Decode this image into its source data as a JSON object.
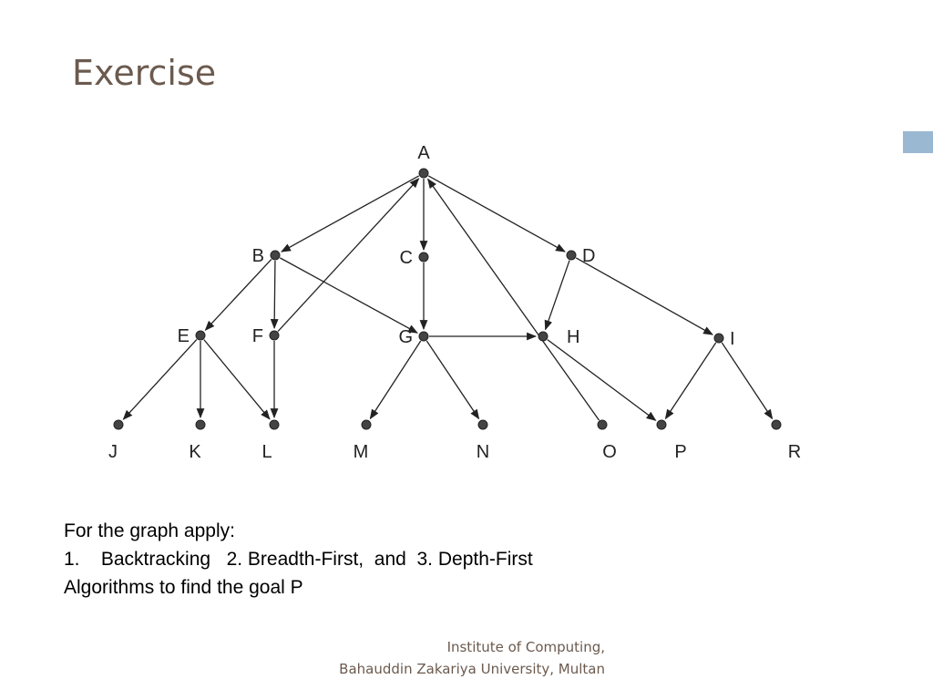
{
  "slide": {
    "title": "Exercise",
    "accent_color": "#9bb8d3"
  },
  "graph": {
    "nodes": [
      {
        "id": "A",
        "label": "A"
      },
      {
        "id": "B",
        "label": "B"
      },
      {
        "id": "C",
        "label": "C"
      },
      {
        "id": "D",
        "label": "D"
      },
      {
        "id": "E",
        "label": "E"
      },
      {
        "id": "F",
        "label": "F"
      },
      {
        "id": "G",
        "label": "G"
      },
      {
        "id": "H",
        "label": "H"
      },
      {
        "id": "I",
        "label": "I"
      },
      {
        "id": "J",
        "label": "J"
      },
      {
        "id": "K",
        "label": "K"
      },
      {
        "id": "L",
        "label": "L"
      },
      {
        "id": "M",
        "label": "M"
      },
      {
        "id": "N",
        "label": "N"
      },
      {
        "id": "O",
        "label": "O"
      },
      {
        "id": "P",
        "label": "P"
      },
      {
        "id": "R",
        "label": "R"
      }
    ],
    "edges": [
      {
        "from": "A",
        "to": "B"
      },
      {
        "from": "A",
        "to": "C"
      },
      {
        "from": "A",
        "to": "D"
      },
      {
        "from": "F",
        "to": "A"
      },
      {
        "from": "O",
        "to": "A"
      },
      {
        "from": "B",
        "to": "E"
      },
      {
        "from": "B",
        "to": "F"
      },
      {
        "from": "B",
        "to": "G"
      },
      {
        "from": "C",
        "to": "G"
      },
      {
        "from": "D",
        "to": "H"
      },
      {
        "from": "D",
        "to": "I"
      },
      {
        "from": "G",
        "to": "H"
      },
      {
        "from": "E",
        "to": "J"
      },
      {
        "from": "E",
        "to": "K"
      },
      {
        "from": "E",
        "to": "L"
      },
      {
        "from": "F",
        "to": "L"
      },
      {
        "from": "G",
        "to": "M"
      },
      {
        "from": "G",
        "to": "N"
      },
      {
        "from": "H",
        "to": "P"
      },
      {
        "from": "I",
        "to": "P"
      },
      {
        "from": "I",
        "to": "R"
      }
    ]
  },
  "body": {
    "line1": "For the graph apply:",
    "line2": "1.    Backtracking   2. Breadth-First,  and  3. Depth-First",
    "line3": "Algorithms to find the goal P"
  },
  "footer": {
    "line1": "Institute of Computing,",
    "line2": "Bahauddin Zakariya University, Multan"
  }
}
